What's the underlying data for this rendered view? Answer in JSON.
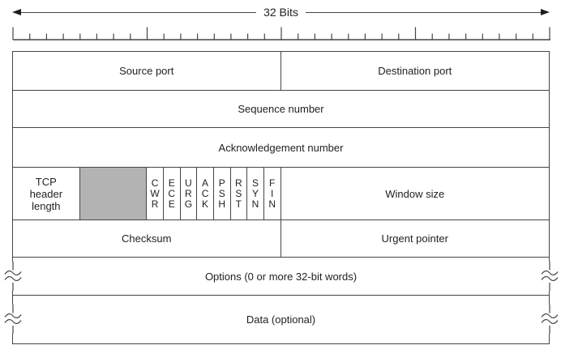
{
  "figure": {
    "width_label": "32 Bits",
    "ruler": {
      "intervals": 32,
      "major_every": 8
    },
    "rows": [
      {
        "name": "row-ports",
        "cells": [
          {
            "name": "source-port",
            "label": "Source port",
            "bits": 16
          },
          {
            "name": "destination-port",
            "label": "Destination port",
            "bits": 16
          }
        ]
      },
      {
        "name": "row-sequence-number",
        "cells": [
          {
            "name": "sequence-number",
            "label": "Sequence number",
            "bits": 32
          }
        ]
      },
      {
        "name": "row-acknowledgement-number",
        "cells": [
          {
            "name": "acknowledgement-number",
            "label": "Acknowledgement number",
            "bits": 32
          }
        ]
      },
      {
        "name": "row-flags",
        "cells": [
          {
            "name": "tcp-header-length",
            "label": "TCP\nheader\nlength",
            "bits": 4
          },
          {
            "name": "reserved",
            "label": "",
            "bits": 4,
            "shaded": true
          },
          {
            "name": "flag-cwr",
            "label": "C\nW\nR",
            "bits": 1,
            "flag": true
          },
          {
            "name": "flag-ece",
            "label": "E\nC\nE",
            "bits": 1,
            "flag": true
          },
          {
            "name": "flag-urg",
            "label": "U\nR\nG",
            "bits": 1,
            "flag": true
          },
          {
            "name": "flag-ack",
            "label": "A\nC\nK",
            "bits": 1,
            "flag": true
          },
          {
            "name": "flag-psh",
            "label": "P\nS\nH",
            "bits": 1,
            "flag": true
          },
          {
            "name": "flag-rst",
            "label": "R\nS\nT",
            "bits": 1,
            "flag": true
          },
          {
            "name": "flag-syn",
            "label": "S\nY\nN",
            "bits": 1,
            "flag": true
          },
          {
            "name": "flag-fin",
            "label": "F\nI\nN",
            "bits": 1,
            "flag": true
          },
          {
            "name": "window-size",
            "label": "Window size",
            "bits": 16
          }
        ]
      },
      {
        "name": "row-checksum",
        "cells": [
          {
            "name": "checksum",
            "label": "Checksum",
            "bits": 16
          },
          {
            "name": "urgent-pointer",
            "label": "Urgent pointer",
            "bits": 16
          }
        ]
      },
      {
        "name": "row-options",
        "torn": true,
        "cells": [
          {
            "name": "options",
            "label": "Options (0 or more 32-bit words)",
            "bits": 32
          }
        ]
      },
      {
        "name": "row-data",
        "torn": true,
        "cells": [
          {
            "name": "data",
            "label": "Data (optional)",
            "bits": 32
          }
        ]
      }
    ],
    "colors": {
      "line": "#454545",
      "text": "#1f1f1f",
      "reserved_fill": "#b3b3b3"
    }
  }
}
